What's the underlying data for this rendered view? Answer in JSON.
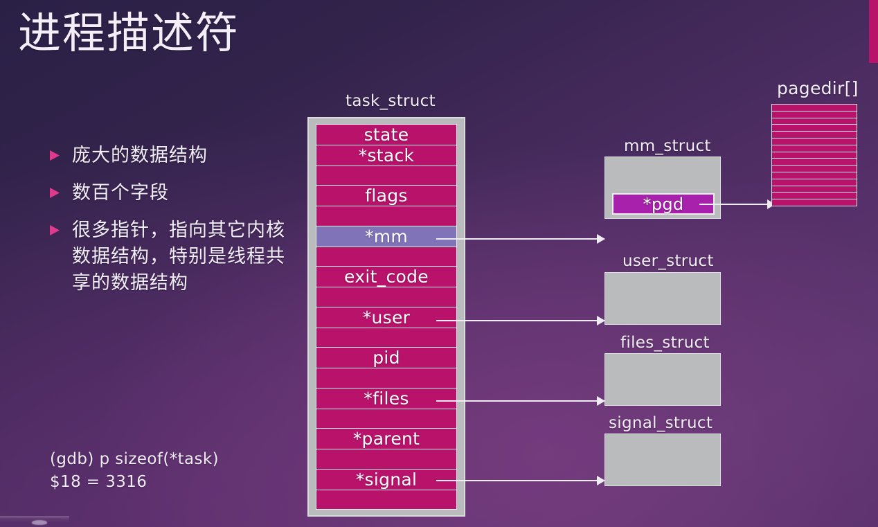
{
  "slide": {
    "title": "进程描述符",
    "accent_color": "#b9126b",
    "row_color": "#b9126b",
    "highlight_color": "#8073b8",
    "pgd_color": "#a821ad",
    "box_gray": "#b9bbbd"
  },
  "bullets": [
    {
      "marker": "triangle-bullet",
      "text": "庞大的数据结构"
    },
    {
      "marker": "triangle-bullet",
      "text": "数百个字段"
    },
    {
      "marker": "triangle-bullet",
      "text": "很多指针，指向其它内核数据结构，特别是线程共享的数据结构"
    }
  ],
  "gdb": {
    "command": "(gdb) p sizeof(*task)",
    "result": "$18 = 3316"
  },
  "diagram": {
    "task_struct": {
      "label": "task_struct",
      "rows": [
        {
          "label": "state",
          "highlight": false,
          "pointer": false
        },
        {
          "label": "*stack",
          "highlight": false,
          "pointer": false
        },
        {
          "label": "",
          "highlight": false,
          "pointer": false
        },
        {
          "label": "flags",
          "highlight": false,
          "pointer": false
        },
        {
          "label": "",
          "highlight": false,
          "pointer": false
        },
        {
          "label": "*mm",
          "highlight": true,
          "pointer": true
        },
        {
          "label": "",
          "highlight": false,
          "pointer": false
        },
        {
          "label": "exit_code",
          "highlight": false,
          "pointer": false
        },
        {
          "label": "",
          "highlight": false,
          "pointer": false
        },
        {
          "label": "*user",
          "highlight": false,
          "pointer": true
        },
        {
          "label": "",
          "highlight": false,
          "pointer": false
        },
        {
          "label": "pid",
          "highlight": false,
          "pointer": false
        },
        {
          "label": "",
          "highlight": false,
          "pointer": false
        },
        {
          "label": "*files",
          "highlight": false,
          "pointer": true
        },
        {
          "label": "",
          "highlight": false,
          "pointer": false
        },
        {
          "label": "*parent",
          "highlight": false,
          "pointer": false
        },
        {
          "label": "",
          "highlight": false,
          "pointer": false
        },
        {
          "label": "*signal",
          "highlight": false,
          "pointer": true
        },
        {
          "label": "",
          "highlight": false,
          "pointer": false
        }
      ]
    },
    "mm_struct": {
      "label": "mm_struct",
      "field": "*pgd"
    },
    "user_struct": {
      "label": "user_struct"
    },
    "files_struct": {
      "label": "files_struct"
    },
    "signal_struct": {
      "label": "signal_struct"
    },
    "pagedir": {
      "label": "pagedir[]",
      "row_count": 15
    }
  }
}
